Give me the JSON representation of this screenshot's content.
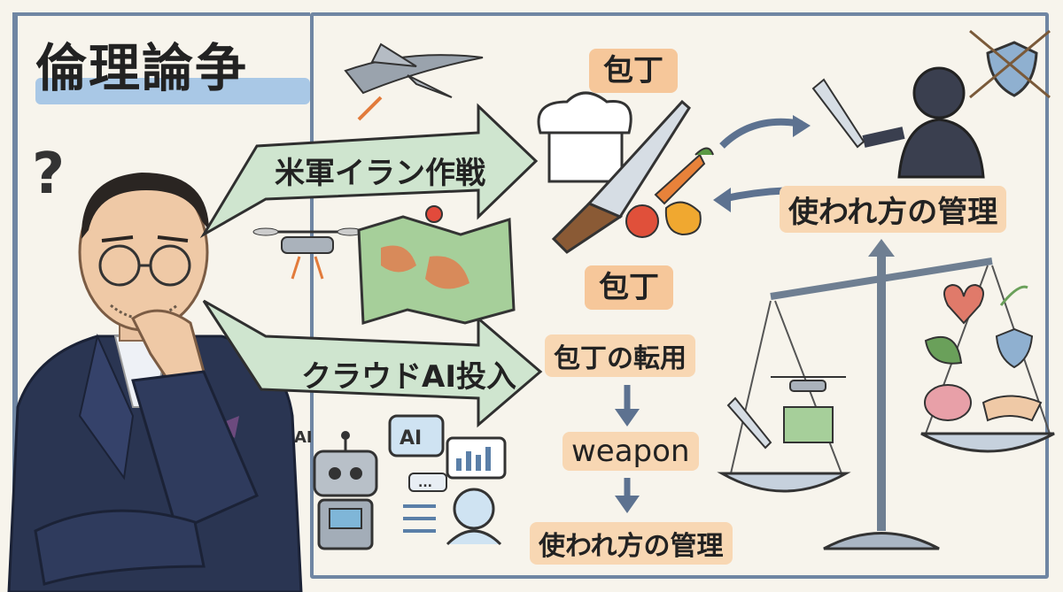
{
  "title": "倫理論争",
  "question_mark": "?",
  "arrows": {
    "top_label": "米軍イラン作戦",
    "bottom_label": "クラウドAI投入"
  },
  "knife_tag_top": "包丁",
  "knife_tag_mid": "包丁",
  "management_label_right": "使われ方の管理",
  "flow": {
    "step1": "包丁の転用",
    "step2": "weapon",
    "step3": "使われ方の管理"
  },
  "ai_labels": {
    "robot_badge": "AI",
    "bubble": "AI",
    "dots": "..."
  },
  "colors": {
    "arrow_fill": "#cfe5cf",
    "tag_fill": "#f6c79a",
    "frame": "#6f86a3",
    "suit": "#2a3552"
  }
}
